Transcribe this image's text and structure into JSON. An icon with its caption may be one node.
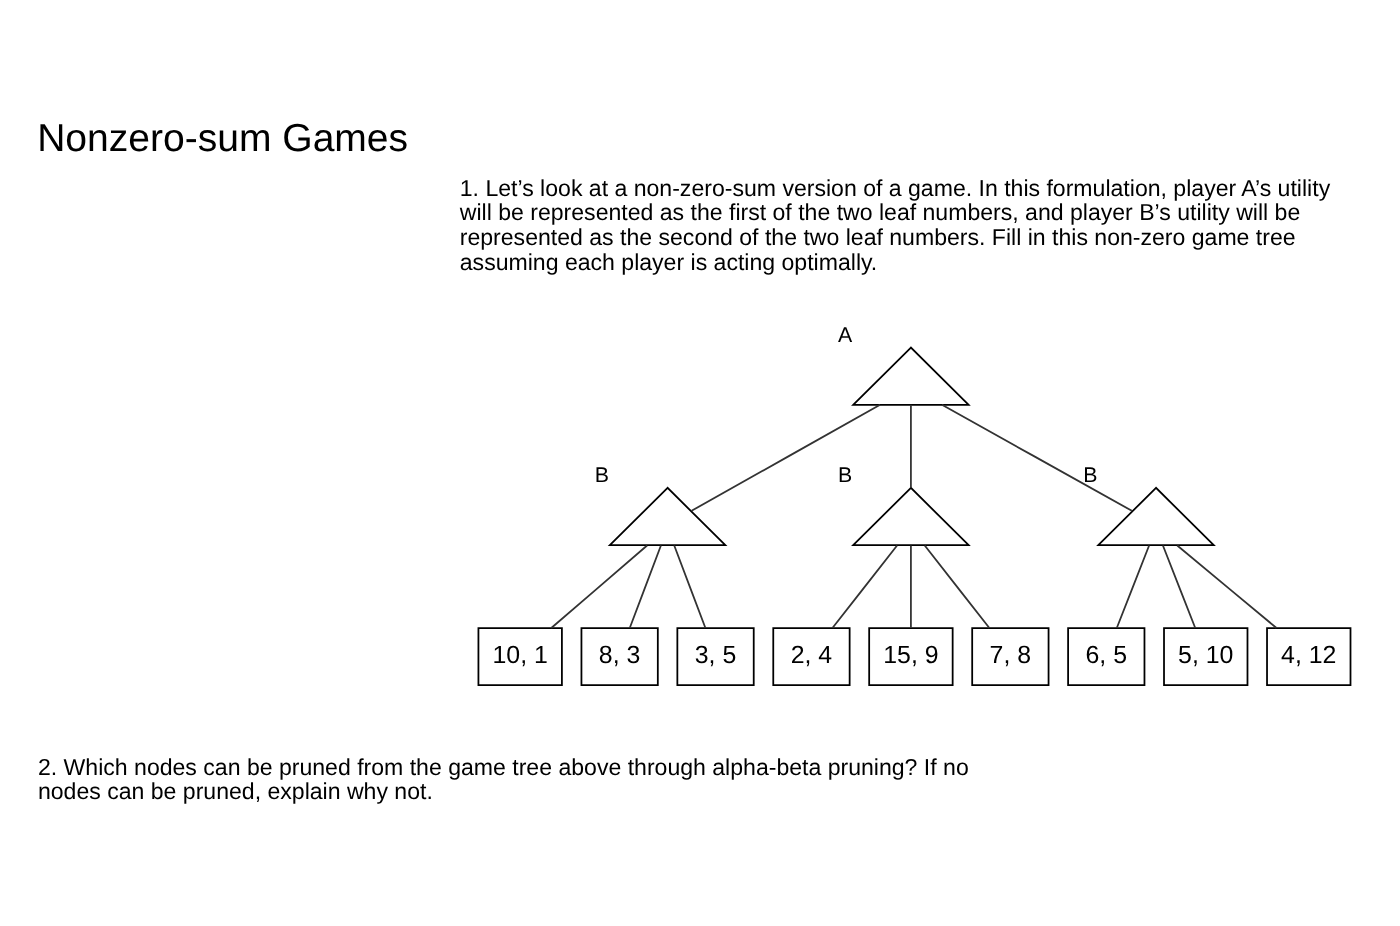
{
  "diagram": {
    "title": "Nonzero-sum Games",
    "nodes": [
      {
        "text": [],
        "shape": "triangle",
        "beside": [
          "A"
        ]
      },
      {
        "text": [],
        "shape": "triangle",
        "beside": [
          "B"
        ]
      },
      {
        "text": [],
        "shape": "triangle",
        "beside": [
          "B"
        ]
      },
      {
        "text": [],
        "shape": "triangle",
        "beside": [
          "B"
        ]
      },
      {
        "text": [
          "10, 1"
        ]
      },
      {
        "text": [
          "8, 3"
        ]
      },
      {
        "text": [
          "3, 5"
        ]
      },
      {
        "text": [
          "2, 4"
        ]
      },
      {
        "text": [
          "15, 9"
        ]
      },
      {
        "text": [
          "7, 8"
        ]
      },
      {
        "text": [
          "6, 5"
        ]
      },
      {
        "text": [
          "5, 10"
        ]
      },
      {
        "text": [
          "4, 12"
        ]
      }
    ],
    "edges": [
      {
        "from": 0,
        "to": 1,
        "arrow": "none"
      },
      {
        "from": 0,
        "to": 2,
        "arrow": "none"
      },
      {
        "from": 0,
        "to": 3,
        "arrow": "none"
      },
      {
        "from": 1,
        "to": 4,
        "arrow": "none"
      },
      {
        "from": 1,
        "to": 5,
        "arrow": "none"
      },
      {
        "from": 1,
        "to": 6,
        "arrow": "none"
      },
      {
        "from": 2,
        "to": 7,
        "arrow": "none"
      },
      {
        "from": 2,
        "to": 8,
        "arrow": "none"
      },
      {
        "from": 2,
        "to": 9,
        "arrow": "none"
      },
      {
        "from": 3,
        "to": 10,
        "arrow": "none"
      },
      {
        "from": 3,
        "to": 11,
        "arrow": "none"
      },
      {
        "from": 3,
        "to": 12,
        "arrow": "none"
      }
    ],
    "labels": [
      "1. Let’s look at a non-zero-sum version of a game. In this formulation, player A’s utility will be represented as the first of the two leaf numbers, and player B’s utility will be represented as the second of the two leaf numbers. Fill in this non-zero game tree assuming each player is acting optimally.",
      "2. Which nodes can be pruned from the game tree above through alpha-beta pruning? If no nodes can be pruned, explain why not."
    ]
  }
}
